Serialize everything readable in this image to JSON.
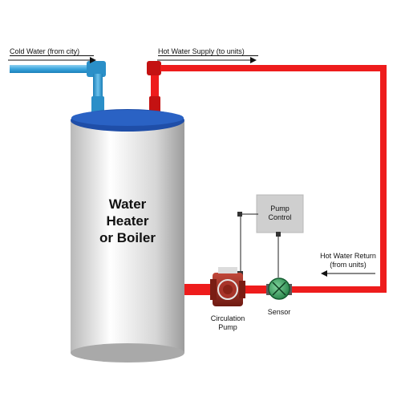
{
  "labels": {
    "cold_water": "Cold Water (from city)",
    "hot_supply": "Hot Water Supply (to units)",
    "tank_line1": "Water",
    "tank_line2": "Heater",
    "tank_line3": "or Boiler",
    "pump_control_line1": "Pump",
    "pump_control_line2": "Control",
    "hot_return_line1": "Hot Water Return",
    "hot_return_line2": "(from units)",
    "sensor": "Sensor",
    "circulation_pump_line1": "Circulation",
    "circulation_pump_line2": "Pump"
  },
  "colors": {
    "cold_pipe": "#3aa6de",
    "hot_pipe": "#ee1c1c",
    "tank_cap": "#2255b0",
    "tank_body": "#d8d8d8",
    "pump_body": "#9a2a1f",
    "sensor": "#2e9e55",
    "control_box": "#cfcfcf"
  },
  "icons": {
    "flow_arrow": "arrow-icon",
    "sensor": "sensor-icon",
    "pump": "pump-icon"
  }
}
